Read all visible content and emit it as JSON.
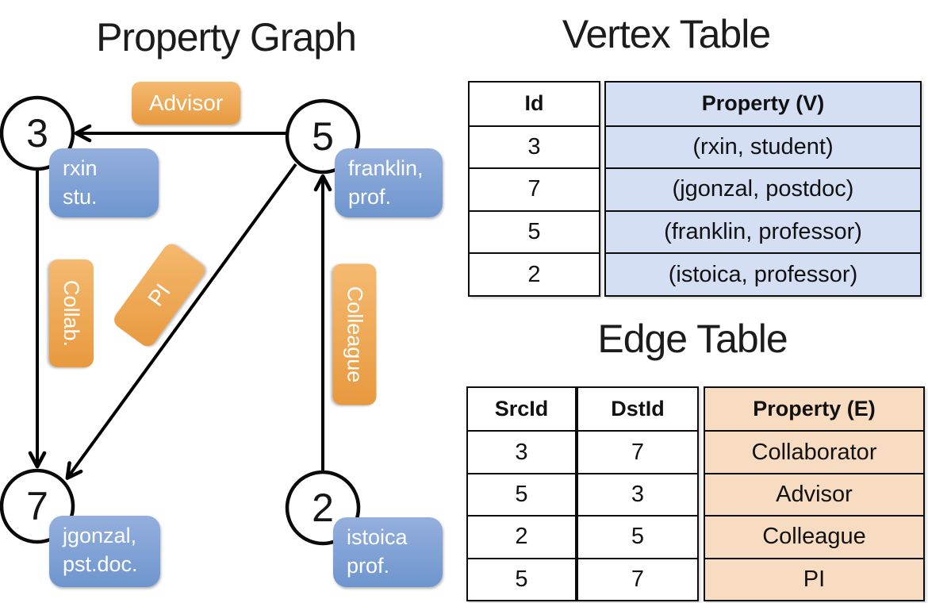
{
  "titles": {
    "graph": "Property Graph",
    "vertex_table": "Vertex Table",
    "edge_table": "Edge Table"
  },
  "graph": {
    "nodes": [
      {
        "id": "3",
        "prop_line1": "rxin",
        "prop_line2": "stu."
      },
      {
        "id": "5",
        "prop_line1": "franklin,",
        "prop_line2": "prof."
      },
      {
        "id": "7",
        "prop_line1": "jgonzal,",
        "prop_line2": "pst.doc."
      },
      {
        "id": "2",
        "prop_line1": "istoica",
        "prop_line2": "prof."
      }
    ],
    "edges": [
      {
        "label": "Advisor",
        "src": "5",
        "dst": "3"
      },
      {
        "label": "Collab.",
        "src": "3",
        "dst": "7"
      },
      {
        "label": "PI",
        "src": "5",
        "dst": "7"
      },
      {
        "label": "Colleague",
        "src": "2",
        "dst": "5"
      }
    ]
  },
  "vertex_table": {
    "columns": [
      "Id",
      "Property (V)"
    ],
    "rows": [
      [
        "3",
        "(rxin, student)"
      ],
      [
        "7",
        "(jgonzal, postdoc)"
      ],
      [
        "5",
        "(franklin, professor)"
      ],
      [
        "2",
        "(istoica, professor)"
      ]
    ]
  },
  "edge_table": {
    "columns": [
      "SrcId",
      "DstId",
      "Property (E)"
    ],
    "rows": [
      [
        "3",
        "7",
        "Collaborator"
      ],
      [
        "5",
        "3",
        "Advisor"
      ],
      [
        "2",
        "5",
        "Colleague"
      ],
      [
        "5",
        "7",
        "PI"
      ]
    ]
  },
  "colors": {
    "edge_label_orange_top": "#F4BA70",
    "edge_label_orange_bottom": "#E8993E",
    "vertex_prop_blue_top": "#94AFDD",
    "vertex_prop_blue_bottom": "#6E95CE",
    "vertex_table_cell_bg": "#D4DFF3",
    "edge_table_cell_bg": "#F7DCC2",
    "line_color": "#000000"
  }
}
